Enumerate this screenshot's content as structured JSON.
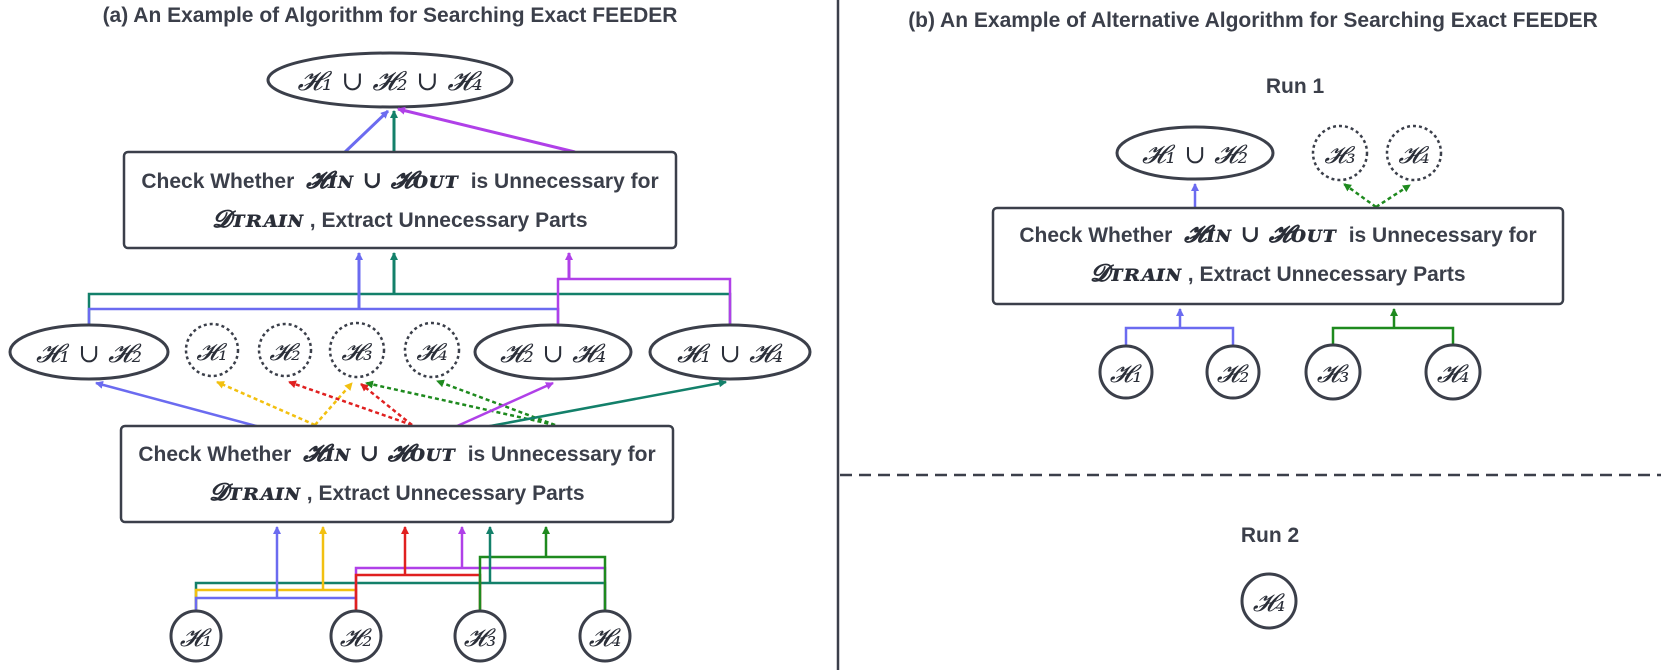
{
  "panel_a": {
    "title": "(a) An Example of Algorithm for Searching Exact FEEDER",
    "top_union": "𝓗₁ ∪ 𝓗₂ ∪ 𝓗₄",
    "box_top": {
      "line1_pre": "Check Whether",
      "line1_math": "𝓗ɪɴ ∪ 𝓗ᴏᴜᴛ",
      "line1_post": "is Unnecessary for",
      "line2_math": "𝓓ᴛʀᴀɪɴ",
      "line2_post": ", Extract Unnecessary Parts"
    },
    "middle_nodes": [
      "𝓗₁ ∪ 𝓗₂",
      "𝓗₁",
      "𝓗₂",
      "𝓗₃",
      "𝓗₄",
      "𝓗₂ ∪ 𝓗₄",
      "𝓗₁ ∪ 𝓗₄"
    ],
    "box_bottom": {
      "line1_pre": "Check Whether",
      "line1_math": "𝓗ɪɴ ∪ 𝓗ᴏᴜᴛ",
      "line1_post": "is Unnecessary for",
      "line2_math": "𝓓ᴛʀᴀɪɴ",
      "line2_post": ", Extract Unnecessary Parts"
    },
    "bottom_nodes": [
      "𝓗₁",
      "𝓗₂",
      "𝓗₃",
      "𝓗₄"
    ]
  },
  "panel_b": {
    "title": "(b) An Example of Alternative Algorithm for Searching Exact FEEDER",
    "run1_label": "Run 1",
    "run1_output": "𝓗₁ ∪ 𝓗₂",
    "run1_removed": [
      "𝓗₃",
      "𝓗₄"
    ],
    "box": {
      "line1_pre": "Check Whether",
      "line1_math": "𝓗ɪɴ ∪ 𝓗ᴏᴜᴛ",
      "line1_post": "is Unnecessary for",
      "line2_math": "𝓓ᴛʀᴀɪɴ",
      "line2_post": ", Extract Unnecessary Parts"
    },
    "run1_inputs": [
      "𝓗₁",
      "𝓗₂",
      "𝓗₃",
      "𝓗₄"
    ],
    "run2_label": "Run 2",
    "run2_node": "𝓗₄"
  },
  "colors": {
    "outline": "#3b3f4a",
    "blue": "#6b6bf0",
    "teal": "#13806a",
    "purple": "#b040e8",
    "yellow": "#f2c010",
    "red": "#e02020",
    "green": "#1e8a1e"
  }
}
